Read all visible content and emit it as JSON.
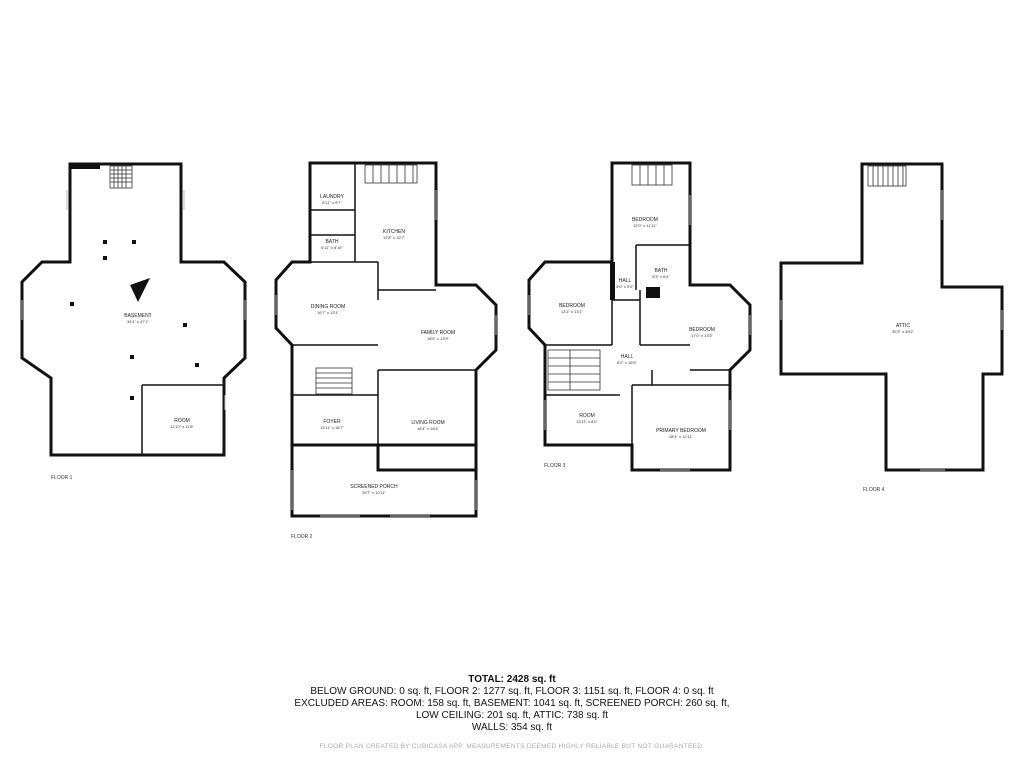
{
  "floors": [
    {
      "label": "FLOOR 1",
      "rooms": [
        {
          "name": "BASEMENT",
          "dims": "34'4\" x 47'1\""
        },
        {
          "name": "ROOM",
          "dims": "12'10\" x 11'8\""
        }
      ]
    },
    {
      "label": "FLOOR 2",
      "rooms": [
        {
          "name": "LAUNDRY",
          "dims": "6'11\" x 9'7\""
        },
        {
          "name": "KITCHEN",
          "dims": "12'8\" x 15'7\""
        },
        {
          "name": "BATH",
          "dims": "6'11\" x 8'10\""
        },
        {
          "name": "DINING ROOM",
          "dims": "16'7\" x 13'1\""
        },
        {
          "name": "FAMILY ROOM",
          "dims": "18'5\" x 13'9\""
        },
        {
          "name": "FOYER",
          "dims": "13'11\" x 18'7\""
        },
        {
          "name": "LIVING ROOM",
          "dims": "18'4\" x 18'4\""
        },
        {
          "name": "SCREENED PORCH",
          "dims": "29'7\" x 10'11\""
        }
      ]
    },
    {
      "label": "FLOOR 3",
      "rooms": [
        {
          "name": "BEDROOM",
          "dims": "12'0\" x 11'11\""
        },
        {
          "name": "BATH",
          "dims": "8'3\" x 6'4\""
        },
        {
          "name": "HALL",
          "dims": "5'0\" x 5'0\""
        },
        {
          "name": "BEDROOM",
          "dims": "13'1\" x 13'1\""
        },
        {
          "name": "BEDROOM",
          "dims": "17'0\" x 13'5\""
        },
        {
          "name": "HALL",
          "dims": "8'2\" x 15'5\""
        },
        {
          "name": "ROOM",
          "dims": "13'11\" x 8'0\""
        },
        {
          "name": "PRIMARY BEDROOM",
          "dims": "18'4\" x 12'11\""
        }
      ]
    },
    {
      "label": "FLOOR 4",
      "rooms": [
        {
          "name": "ATTIC",
          "dims": "35'3\" x 49'2\""
        }
      ]
    }
  ],
  "summary": {
    "total": "TOTAL: 2428 sq. ft",
    "line1": "BELOW GROUND: 0 sq. ft, FLOOR 2: 1277 sq. ft, FLOOR 3: 1151 sq. ft, FLOOR 4: 0 sq. ft",
    "line2": "EXCLUDED AREAS: ROOM: 158 sq. ft, BASEMENT: 1041 sq. ft, SCREENED PORCH: 260 sq. ft,",
    "line3": "LOW CEILING: 201 sq. ft, ATTIC: 738 sq. ft",
    "line4": "WALLS: 354 sq. ft"
  },
  "disclaimer": "FLOOR PLAN CREATED BY CUBICASA APP. MEASUREMENTS DEEMED HIGHLY RELIABLE BUT NOT GUARANTEED."
}
